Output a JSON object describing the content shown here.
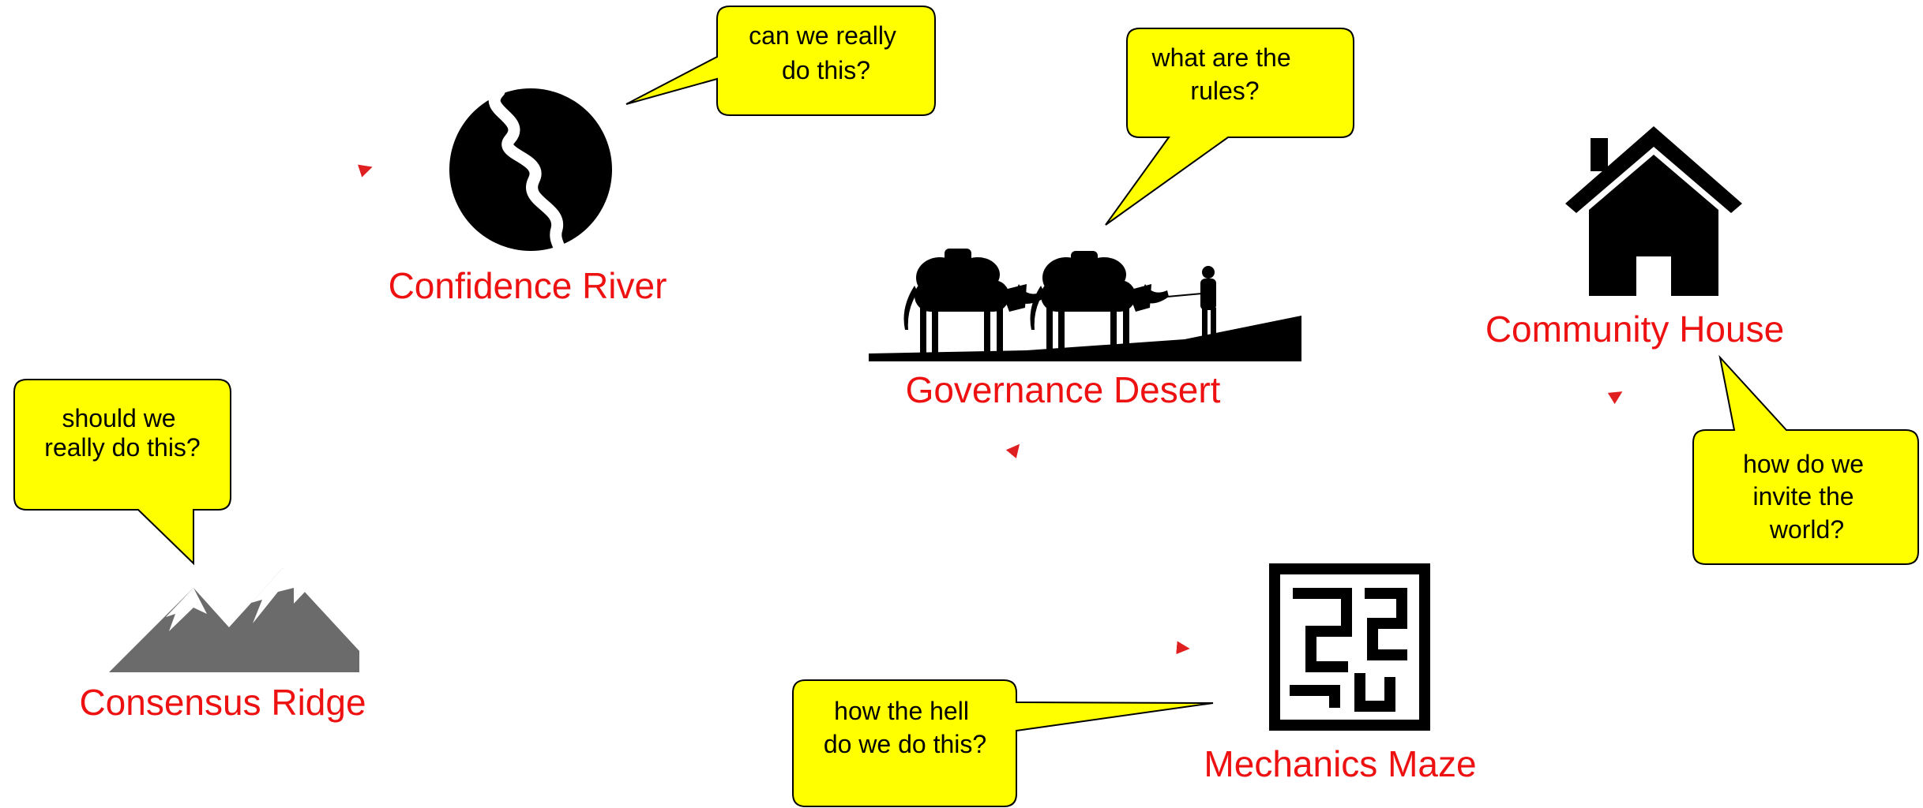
{
  "colors": {
    "label": "#ee1111",
    "path": "#e02020",
    "bubble_fill": "#ffff00",
    "bubble_stroke": "#000000",
    "icon": "#000000",
    "mountain": "#6b6b6b"
  },
  "locations": [
    {
      "id": "consensus-ridge",
      "label": "Consensus Ridge",
      "icon": "mountain-icon"
    },
    {
      "id": "confidence-river",
      "label": "Confidence River",
      "icon": "river-icon"
    },
    {
      "id": "governance-desert",
      "label": "Governance Desert",
      "icon": "camel-caravan-icon"
    },
    {
      "id": "community-house",
      "label": "Community House",
      "icon": "house-icon"
    },
    {
      "id": "mechanics-maze",
      "label": "Mechanics Maze",
      "icon": "maze-icon"
    }
  ],
  "bubbles": [
    {
      "id": "consensus",
      "lines": [
        "should we",
        "really do this?"
      ]
    },
    {
      "id": "confidence",
      "lines": [
        "can we really",
        "do this?"
      ]
    },
    {
      "id": "governance",
      "lines": [
        "what are the",
        "rules?"
      ]
    },
    {
      "id": "community",
      "lines": [
        "how do we",
        "invite the",
        "world?"
      ]
    },
    {
      "id": "mechanics",
      "lines": [
        "how the hell",
        "do we do this?"
      ]
    }
  ]
}
